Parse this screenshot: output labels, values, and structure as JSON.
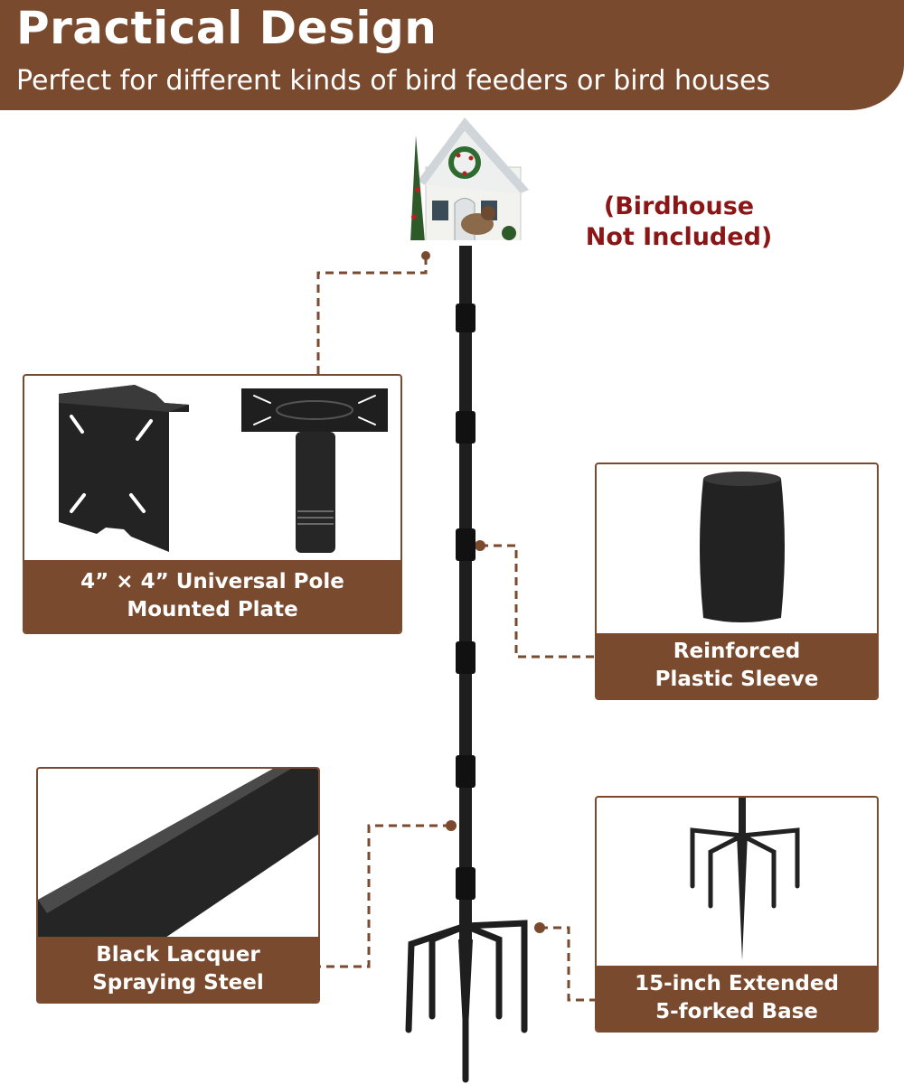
{
  "header": {
    "title": "Practical Design",
    "subtitle": "Perfect for different kinds of bird feeders or bird houses"
  },
  "note": {
    "line1": "(Birdhouse",
    "line2": "Not Included)"
  },
  "features": {
    "plate": {
      "line1": "4” × 4” Universal Pole",
      "line2": "Mounted Plate"
    },
    "sleeve": {
      "line1": "Reinforced",
      "line2": "Plastic Sleeve"
    },
    "steel": {
      "line1": "Black Lacquer",
      "line2": "Spraying Steel"
    },
    "base": {
      "line1": "15-inch Extended",
      "line2": "5-forked Base"
    }
  },
  "colors": {
    "brand_brown": "#7a4a2e",
    "note_red": "#8c1616",
    "pole_black": "#1e1e1e"
  }
}
